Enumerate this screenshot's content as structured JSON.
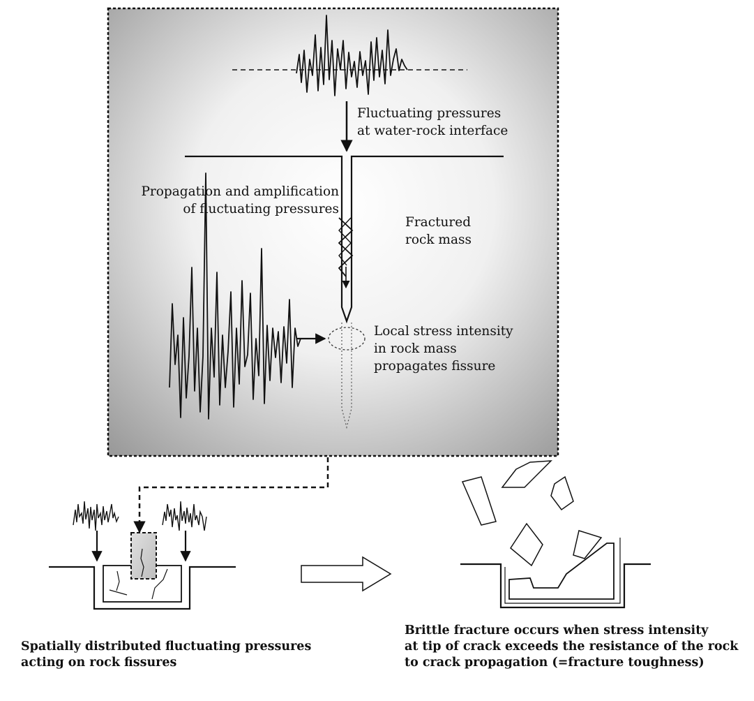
{
  "labels": {
    "fluct_interface": "Fluctuating pressures\nat water-rock interface",
    "propagation": "Propagation and amplification\nof fluctuating pressures",
    "fractured": "Fractured\nrock mass",
    "local_stress": "Local stress intensity\nin rock mass\npropagates fissure",
    "spatial": "Spatially distributed fluctuating pressures\nacting on rock fissures",
    "brittle": "Brittle fracture occurs when stress intensity\nat tip of crack exceeds the resistance of the rock\nto crack propagation (=fracture toughness)"
  },
  "colors": {
    "line": "#111111",
    "panel_light": "#ffffff",
    "panel_dark": "#9a9a9a",
    "zoom_box": "#cfcfcf"
  }
}
